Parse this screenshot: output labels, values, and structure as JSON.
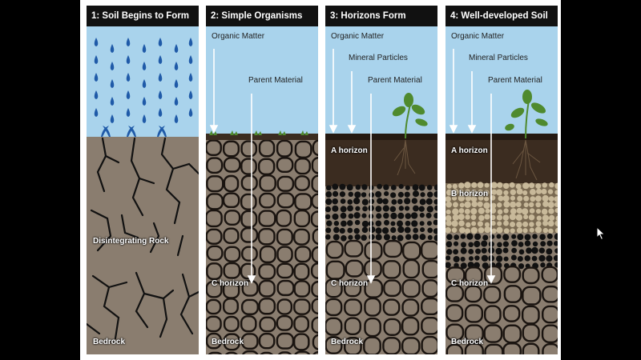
{
  "panels": [
    {
      "title": "1: Soil Begins to Form",
      "labels": {
        "rock": "Disintegrating Rock",
        "bedrock": "Bedrock"
      }
    },
    {
      "title": "2: Simple Organisms",
      "labels": {
        "organic": "Organic Matter",
        "parent": "Parent Material",
        "c": "C horizon",
        "bedrock": "Bedrock"
      }
    },
    {
      "title": "3: Horizons Form",
      "labels": {
        "organic": "Organic Matter",
        "mineral": "Mineral Particles",
        "parent": "Parent Material",
        "a": "A horizon",
        "c": "C horizon",
        "bedrock": "Bedrock"
      }
    },
    {
      "title": "4: Well-developed Soil",
      "labels": {
        "organic": "Organic Matter",
        "mineral": "Mineral Particles",
        "parent": "Parent Material",
        "a": "A horizon",
        "b": "B horizon",
        "c": "C horizon",
        "bedrock": "Bedrock"
      }
    }
  ],
  "colors": {
    "sky": "#a9d3ec",
    "soil": "#8a7d6f",
    "crack": "#111111",
    "topsoil": "#3b2c20",
    "raindrop": "#1f5aa8",
    "plant": "#4f8a2e"
  }
}
